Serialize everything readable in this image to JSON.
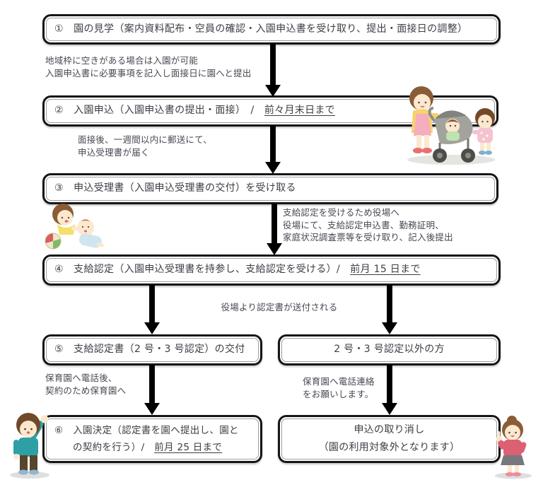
{
  "flow": {
    "box1": {
      "text": "①　園の見学（案内資料配布・空員の確認・入園申込書を受け取り、提出・面接日の調整）"
    },
    "note1": {
      "line1": "地域枠に空きがある場合は入園が可能",
      "line2": "入園申込書に必要事項を記入し面接日に園へと提出"
    },
    "box2": {
      "text": "②　入園申込（入園申込書の提出・面接）　/　",
      "deadline": "前々月末日まで"
    },
    "note2": {
      "line1": "面接後、一週間以内に郵送にて、",
      "line2": "申込受理書が届く"
    },
    "box3": {
      "text": "③　申込受理書（入園申込受理書の交付）を受け取る"
    },
    "note3": {
      "line1": "支給認定を受けるため役場へ",
      "line2": "役場にて、支給認定申込書、勤務証明、",
      "line3": "家庭状況調査票等を受け取り、記入後提出"
    },
    "box4": {
      "text": "④　支給認定（入園申込受理書を持参し、支給認定を受ける）/　",
      "deadline": "前月 15 日まで"
    },
    "note4": {
      "text": "役場より認定書が送付される"
    },
    "box5_left": {
      "text": "⑤　支給認定書（2 号・3 号認定）の交付"
    },
    "box5_right": {
      "text": "2 号・3 号認定以外の方"
    },
    "note5_left": {
      "line1": "保育園へ電話後、",
      "line2": "契約のため保育園へ"
    },
    "note5_right": {
      "line1": "保育園へ電話連絡",
      "line2": "をお願いします。"
    },
    "box6_left": {
      "line1": "⑥　入園決定（認定書を園へ提出し、園と",
      "line2_prefix": "の契約を行う）/　",
      "deadline": "前月 25 日まで"
    },
    "box6_right": {
      "line1": "申込の取り消し",
      "line2": "（園の利用対象外となります）"
    }
  },
  "illustrations": [
    "stroller-family-illustration",
    "babies-playing-illustration",
    "boy-waving-illustration",
    "girl-pointing-illustration"
  ],
  "colors": {
    "background": "#ffffff",
    "box_border": "#161616",
    "box_inner_line": "#9e9e9e",
    "box_text": "#3d3d46",
    "note_text": "#474752",
    "arrow": "#000000"
  }
}
